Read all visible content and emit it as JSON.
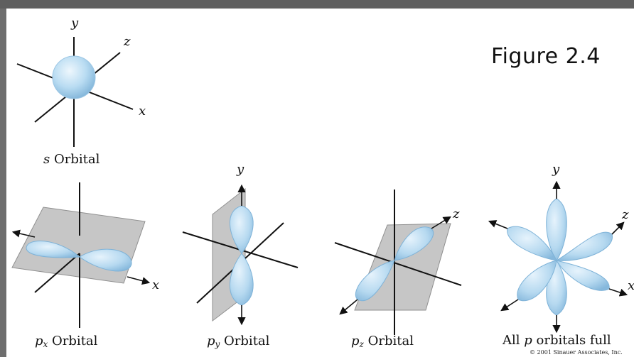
{
  "figure": {
    "title": "Figure 2.4",
    "copyright": "© 2001 Sinauer Associates, Inc."
  },
  "axes": {
    "x": "x",
    "y": "y",
    "z": "z"
  },
  "panels": {
    "s": {
      "letter": "s",
      "word": "Orbital"
    },
    "px": {
      "letter": "p",
      "sub": "x",
      "word": "Orbital"
    },
    "py": {
      "letter": "p",
      "sub": "y",
      "word": "Orbital"
    },
    "pz": {
      "letter": "p",
      "sub": "z",
      "word": "Orbital"
    },
    "all": {
      "pre": "All",
      "letter": "p",
      "post": "orbitals full"
    }
  },
  "colors": {
    "orbital_fill": "#b9dcf2",
    "orbital_edge": "#7fb3d8",
    "plane_fill": "#bdbdbd",
    "plane_edge": "#8a8a8a",
    "frame": "#6e6e6e"
  }
}
